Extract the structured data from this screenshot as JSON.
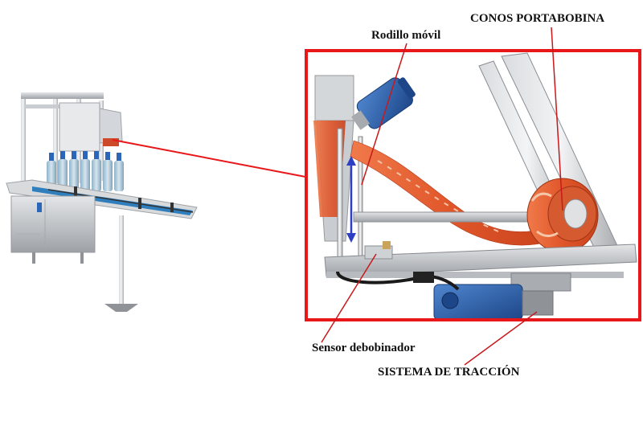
{
  "labels": {
    "conos_portabobina": "CONOS PORTABOBINA",
    "rodillo_movil": "Rodillo móvil",
    "sensor_debobinador": "Sensor debobinador",
    "sistema_traccion": "SISTEMA DE TRACCIÓN"
  },
  "colors": {
    "frame_red": "#e8171a",
    "leader_line": "#c8191c",
    "motor_blue": "#2a5fa8",
    "label_film": "#e0562a",
    "steel_grey": "#b9bcc0",
    "travel_arrow": "#2f3fc4"
  },
  "icons": {
    "travel_indicator": "double-headed-arrow-icon",
    "pointer_lines": "leader-line"
  }
}
